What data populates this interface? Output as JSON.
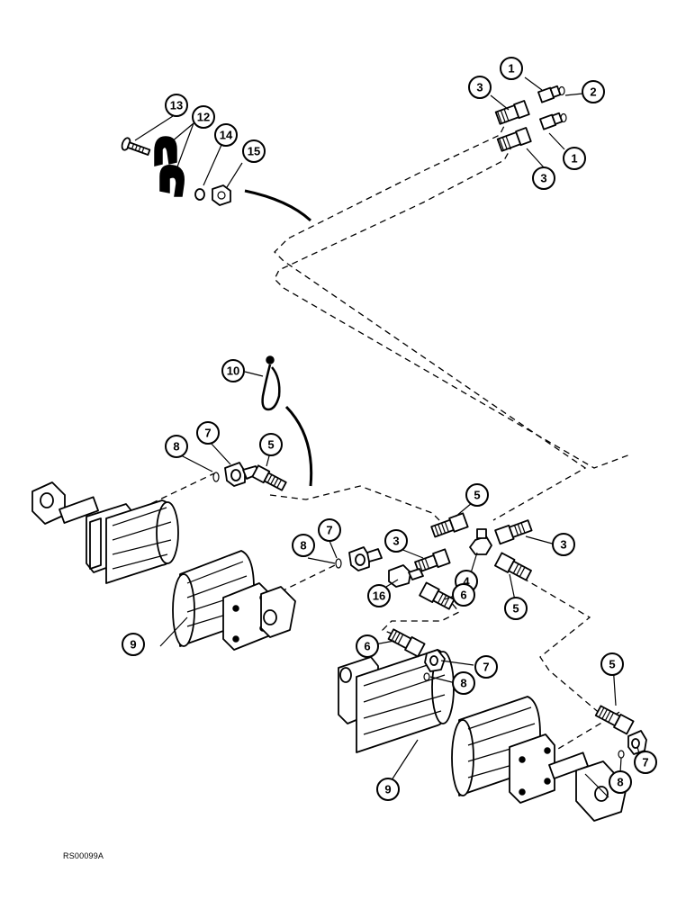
{
  "figure_code": "RS00099A",
  "callouts": [
    {
      "num": "1"
    },
    {
      "num": "2"
    },
    {
      "num": "3"
    },
    {
      "num": "3"
    },
    {
      "num": "1"
    },
    {
      "num": "13"
    },
    {
      "num": "12"
    },
    {
      "num": "14"
    },
    {
      "num": "15"
    },
    {
      "num": "10"
    },
    {
      "num": "8"
    },
    {
      "num": "7"
    },
    {
      "num": "5"
    },
    {
      "num": "5"
    },
    {
      "num": "7"
    },
    {
      "num": "8"
    },
    {
      "num": "3"
    },
    {
      "num": "3"
    },
    {
      "num": "4"
    },
    {
      "num": "16"
    },
    {
      "num": "6"
    },
    {
      "num": "5"
    },
    {
      "num": "9"
    },
    {
      "num": "6"
    },
    {
      "num": "7"
    },
    {
      "num": "8"
    },
    {
      "num": "5"
    },
    {
      "num": "9"
    },
    {
      "num": "8"
    },
    {
      "num": "7"
    }
  ]
}
